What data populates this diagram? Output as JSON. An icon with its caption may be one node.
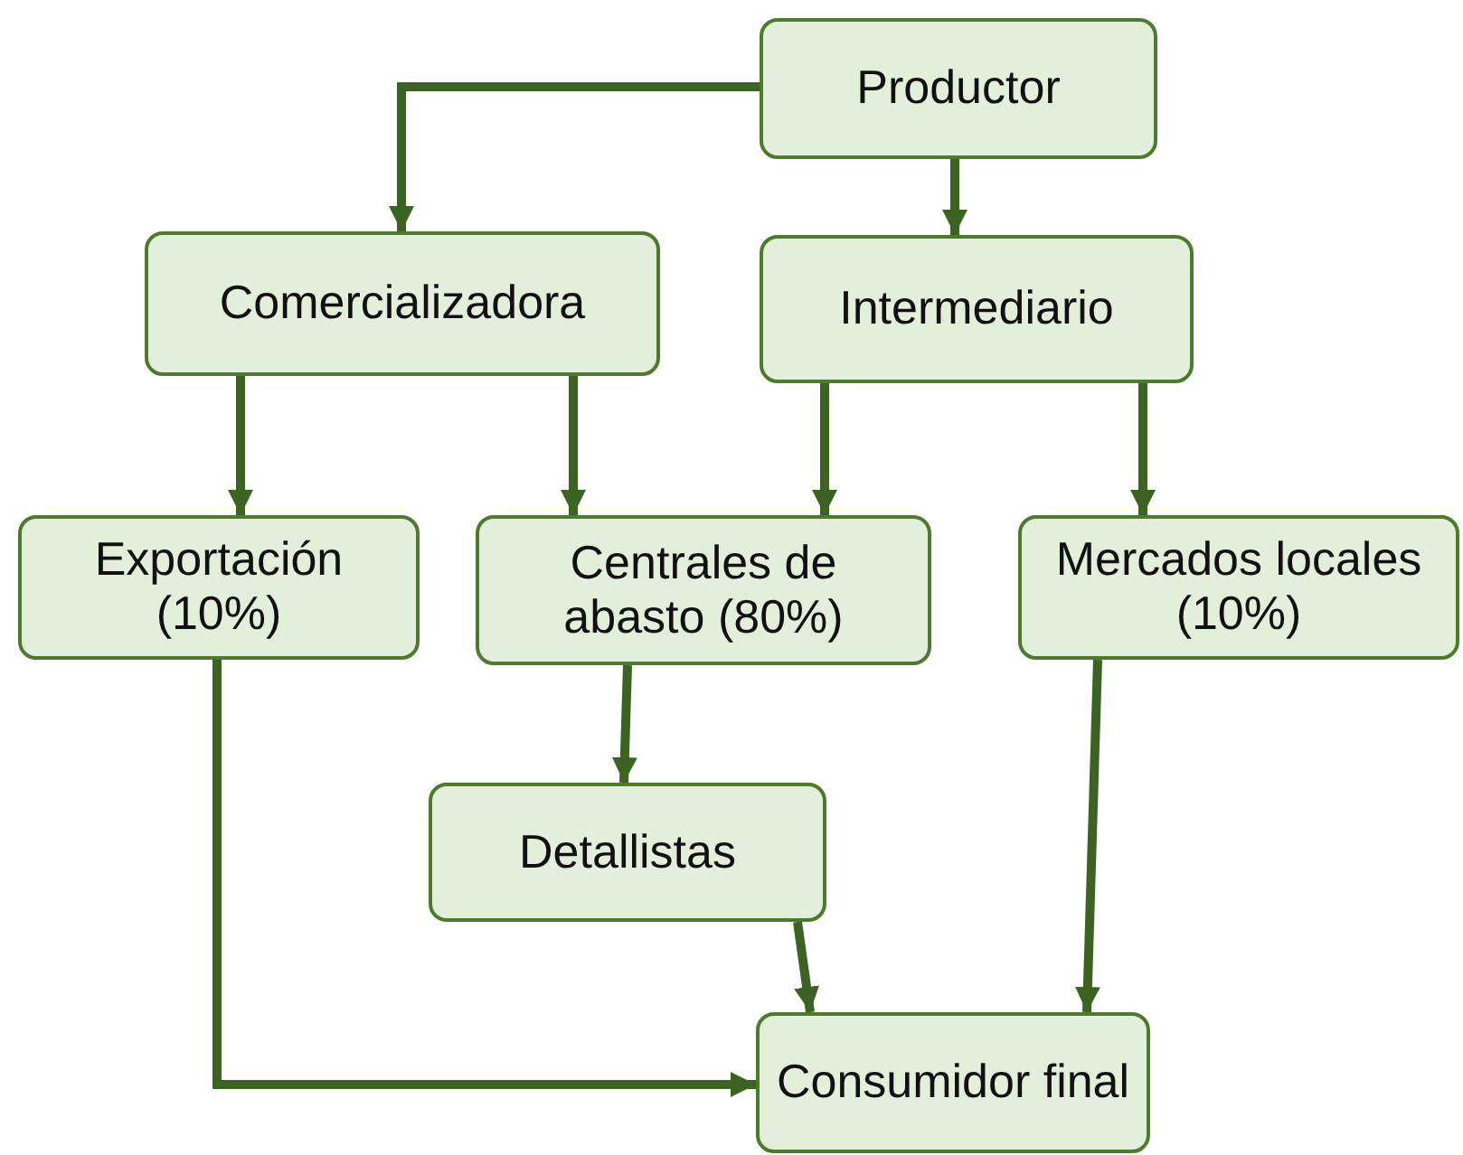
{
  "diagram": {
    "nodes": [
      {
        "text": [
          "Productor"
        ]
      },
      {
        "text": [
          "Comercializadora"
        ]
      },
      {
        "text": [
          "Intermediario"
        ]
      },
      {
        "text": [
          "Exportación (10%)"
        ]
      },
      {
        "text": [
          "Centrales de abasto (80%)"
        ]
      },
      {
        "text": [
          "Mercados locales (10%)"
        ]
      },
      {
        "text": [
          "Detallistas"
        ]
      },
      {
        "text": [
          "Consumidor final"
        ]
      }
    ],
    "edges": [
      {
        "from": 0,
        "to": 1,
        "arrow": "to"
      },
      {
        "from": 0,
        "to": 2,
        "arrow": "to"
      },
      {
        "from": 1,
        "to": 3,
        "arrow": "to"
      },
      {
        "from": 1,
        "to": 4,
        "arrow": "to"
      },
      {
        "from": 2,
        "to": 4,
        "arrow": "to"
      },
      {
        "from": 2,
        "to": 5,
        "arrow": "to"
      },
      {
        "from": 4,
        "to": 6,
        "arrow": "to"
      },
      {
        "from": 3,
        "to": 7,
        "arrow": "to"
      },
      {
        "from": 6,
        "to": 7,
        "arrow": "to"
      },
      {
        "from": 5,
        "to": 7,
        "arrow": "to"
      }
    ]
  }
}
